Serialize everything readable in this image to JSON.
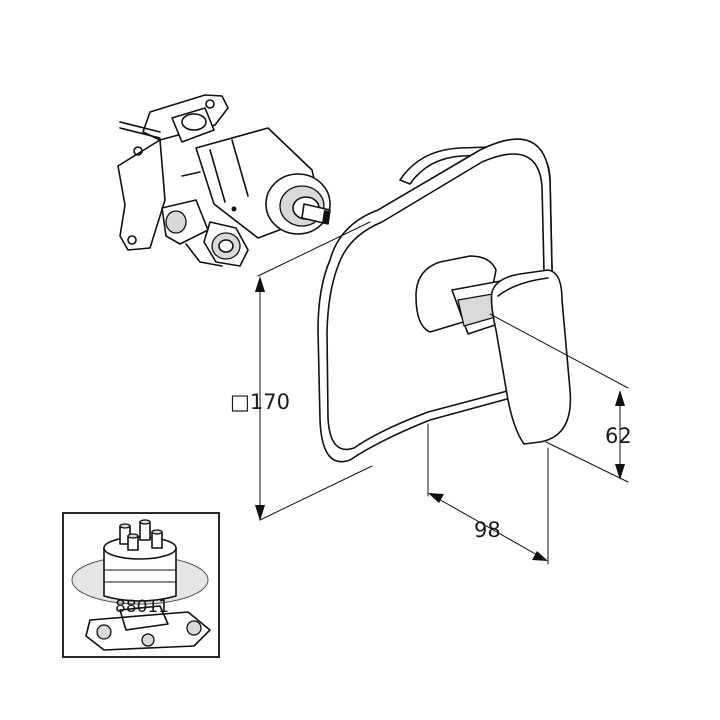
{
  "dimensions": {
    "plate_size": "□170",
    "depth": "98",
    "handle_height": "62"
  },
  "inset": {
    "part_number": "88011"
  }
}
